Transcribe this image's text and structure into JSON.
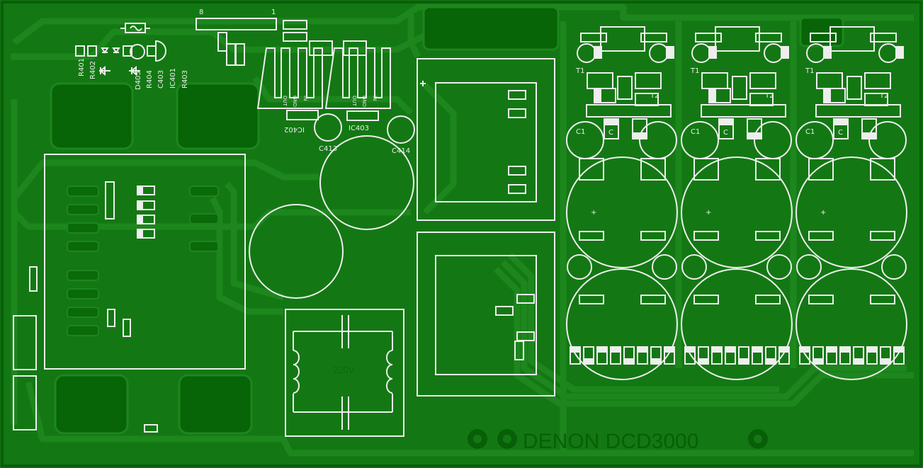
{
  "board": {
    "colors": {
      "base": "#137813",
      "copper": "#1d861d",
      "pour": "#076407",
      "silk": "#eeeeee"
    },
    "connector": {
      "pin_first": "8",
      "pin_last": "1"
    },
    "left_labels": [
      "R401",
      "R402",
      "D405",
      "R404",
      "C403",
      "IC401",
      "R403"
    ],
    "regulators": [
      {
        "name": "IC402",
        "pins": [
          "OUT",
          "GND",
          "IN"
        ]
      },
      {
        "name": "IC403",
        "pins": [
          "OUT",
          "GND",
          "IN"
        ]
      }
    ],
    "cap_labels": [
      "C413",
      "C414"
    ],
    "filter_label": "220V",
    "channel_labels": {
      "t1": "T1",
      "t2": "T2",
      "c1": "C1",
      "c": "C",
      "plus": "+"
    },
    "logo_text": "DENON DCD3000"
  }
}
